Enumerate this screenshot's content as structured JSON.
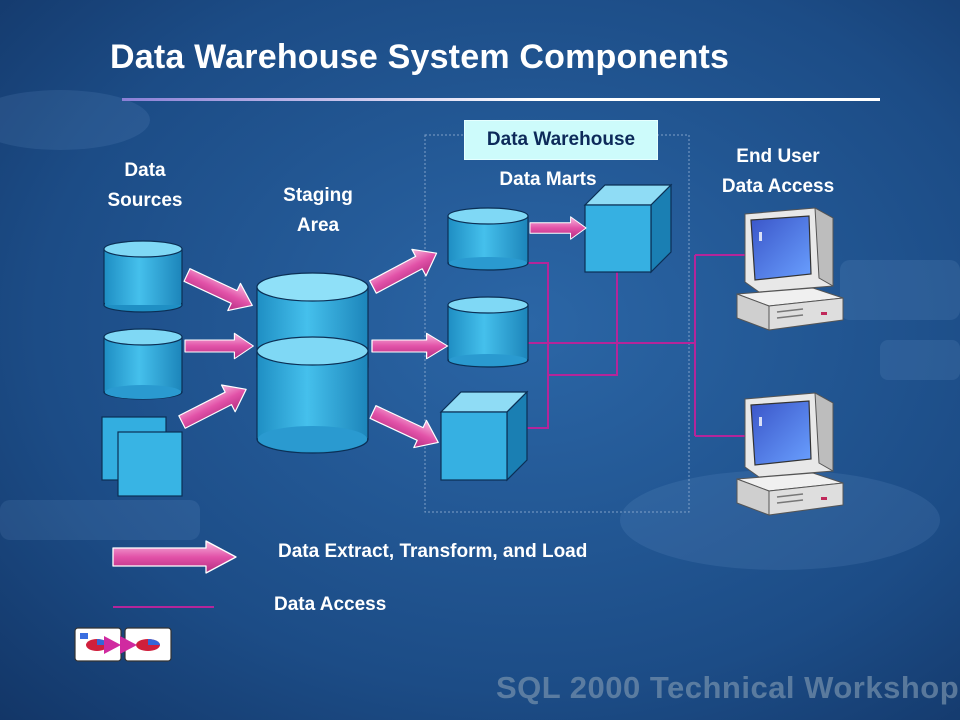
{
  "slide": {
    "title": "Data Warehouse System Components",
    "watermark": "SQL 2000 Technical Workshop"
  },
  "labels": {
    "data_sources": [
      "Data",
      "Sources"
    ],
    "staging_area": [
      "Staging",
      "Area"
    ],
    "data_warehouse": "Data Warehouse",
    "data_marts": "Data Marts",
    "end_user": [
      "End User",
      "Data Access"
    ]
  },
  "legend": {
    "etl": "Data Extract, Transform, and Load",
    "access": "Data Access"
  },
  "colors": {
    "background": "#1c4c86",
    "cylinder": "#33aee0",
    "etl_arrow": "#e252a8",
    "access_line": "#b5259a",
    "badge": "#cdfbfb"
  },
  "icons": [
    "database-cylinder-icon",
    "document-icon",
    "cube-icon",
    "desktop-computer-icon",
    "pie-chart-icon"
  ]
}
